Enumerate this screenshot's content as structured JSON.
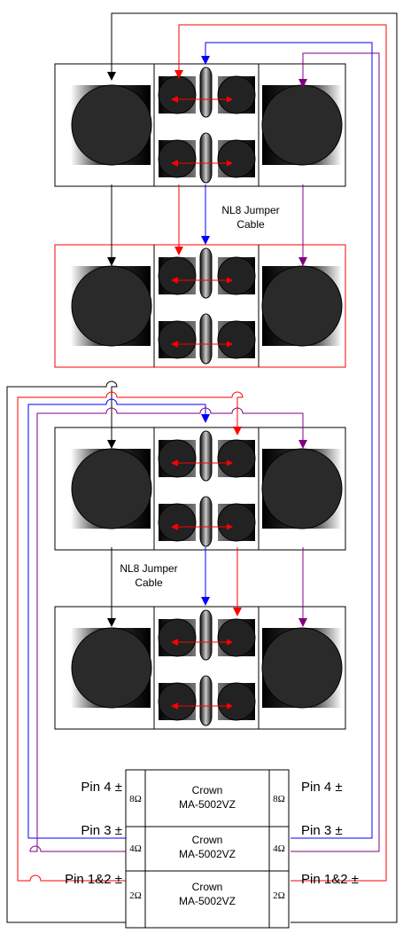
{
  "colors": {
    "black": "#000000",
    "red": "#ff0000",
    "blue": "#0000ff",
    "purple": "#800080",
    "highlight_border": "#ff0000"
  },
  "jumper_labels": [
    {
      "line1": "NL8 Jumper",
      "line2": "Cable"
    },
    {
      "line1": "NL8 Jumper",
      "line2": "Cable"
    }
  ],
  "amplifiers": [
    {
      "name_line1": "Crown",
      "name_line2": "MA-5002VZ",
      "impedance_left": "8Ω",
      "impedance_right": "8Ω",
      "pin_left": "Pin 4 ±",
      "pin_right": "Pin 4 ±"
    },
    {
      "name_line1": "Crown",
      "name_line2": "MA-5002VZ",
      "impedance_left": "4Ω",
      "impedance_right": "4Ω",
      "pin_left": "Pin 3 ±",
      "pin_right": "Pin 3 ±"
    },
    {
      "name_line1": "Crown",
      "name_line2": "MA-5002VZ",
      "impedance_left": "2Ω",
      "impedance_right": "2Ω",
      "pin_left": "Pin 1&2 ±",
      "pin_right": "Pin 1&2 ±"
    }
  ]
}
